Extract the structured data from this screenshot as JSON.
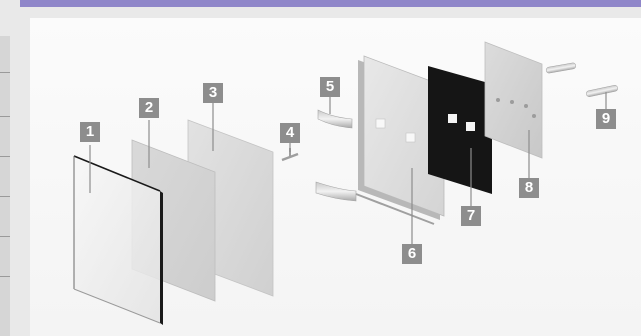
{
  "diagram": {
    "labels": [
      "1",
      "2",
      "3",
      "4",
      "5",
      "6",
      "7",
      "8",
      "9"
    ]
  },
  "colors": {
    "accent_bar": "#8f86c9",
    "label_background": "#8d8d8d",
    "label_text": "#ffffff"
  }
}
